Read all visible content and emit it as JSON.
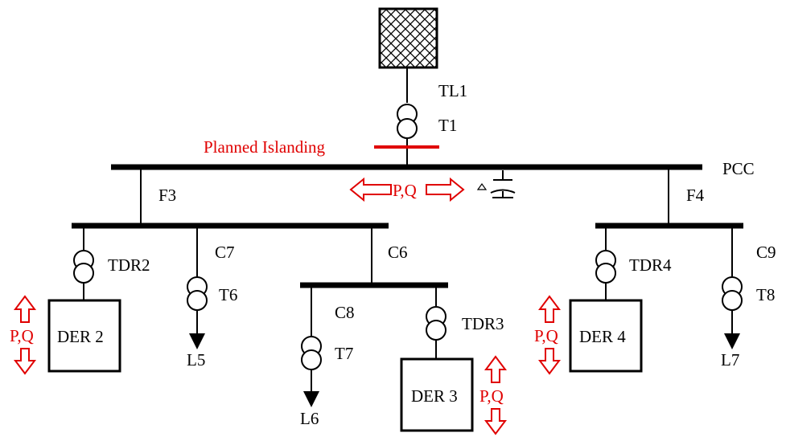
{
  "diagram": {
    "grid_source": {
      "label": "TL1"
    },
    "transformer_main": {
      "label": "T1"
    },
    "islanding": {
      "label": "Planned Islanding",
      "color": "#e00000"
    },
    "pcc": {
      "label": "PCC"
    },
    "pq_center": {
      "label": "P,Q"
    },
    "feeders": {
      "f3": "F3",
      "f4": "F4"
    },
    "branches": {
      "c6": "C6",
      "c7": "C7",
      "c8": "C8",
      "c9": "C9"
    },
    "transformers": {
      "tdr2": "TDR2",
      "tdr3": "TDR3",
      "tdr4": "TDR4",
      "t6": "T6",
      "t7": "T7",
      "t8": "T8"
    },
    "loads": {
      "l5": "L5",
      "l6": "L6",
      "l7": "L7"
    },
    "ders": {
      "der2": "DER 2",
      "der3": "DER 3",
      "der4": "DER 4"
    },
    "pq_arrows": {
      "der2": "P,Q",
      "der3": "P,Q",
      "der4": "P,Q"
    }
  }
}
